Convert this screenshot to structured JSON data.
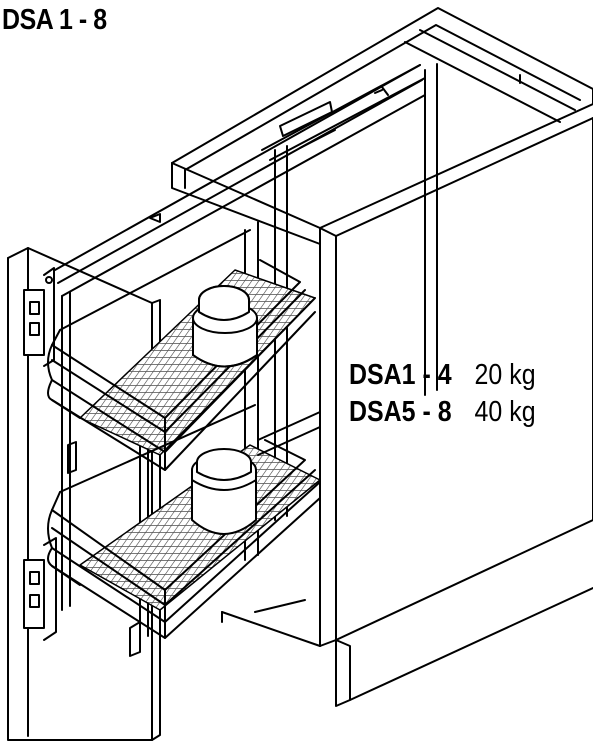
{
  "title": "DSA 1 - 8",
  "load_table": [
    {
      "model": "DSA1 - 4",
      "capacity": "20 kg"
    },
    {
      "model": "DSA5 - 8",
      "capacity": "40 kg"
    }
  ],
  "colors": {
    "line": "#000000",
    "background": "#ffffff",
    "basket_mesh": "#6a6a6a"
  }
}
